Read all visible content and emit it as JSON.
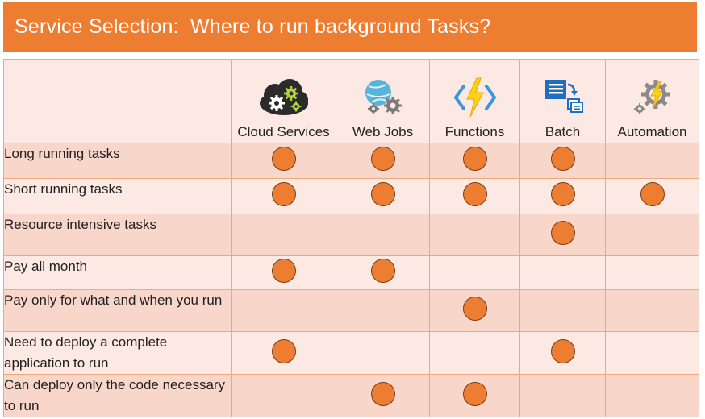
{
  "title": "Service Selection:  Where to run background Tasks?",
  "columns": [
    {
      "label": "Cloud Services",
      "icon": "cloud-gears-icon"
    },
    {
      "label": "Web Jobs",
      "icon": "globe-gears-icon"
    },
    {
      "label": "Functions",
      "icon": "lightning-brackets-icon"
    },
    {
      "label": "Batch",
      "icon": "batch-documents-icon"
    },
    {
      "label": "Automation",
      "icon": "gear-lightning-icon"
    }
  ],
  "rows": [
    {
      "label": "Long running tasks",
      "marks": [
        true,
        true,
        true,
        true,
        false
      ]
    },
    {
      "label": "Short running tasks",
      "marks": [
        true,
        true,
        true,
        true,
        true
      ]
    },
    {
      "label": "Resource intensive tasks",
      "marks": [
        false,
        false,
        false,
        true,
        false
      ]
    },
    {
      "label": "Pay all month",
      "marks": [
        true,
        true,
        false,
        false,
        false
      ]
    },
    {
      "label": "Pay only for what and when you run",
      "marks": [
        false,
        false,
        true,
        false,
        false
      ]
    },
    {
      "label": "Need to deploy a complete application to run",
      "marks": [
        true,
        false,
        false,
        true,
        false
      ]
    },
    {
      "label": "Can deploy only the code necessary to run",
      "marks": [
        false,
        true,
        true,
        false,
        false
      ]
    }
  ],
  "colors": {
    "accent": "#ed7d31",
    "band_dark": "#f8d6ca",
    "band_light": "#fce9e3"
  }
}
